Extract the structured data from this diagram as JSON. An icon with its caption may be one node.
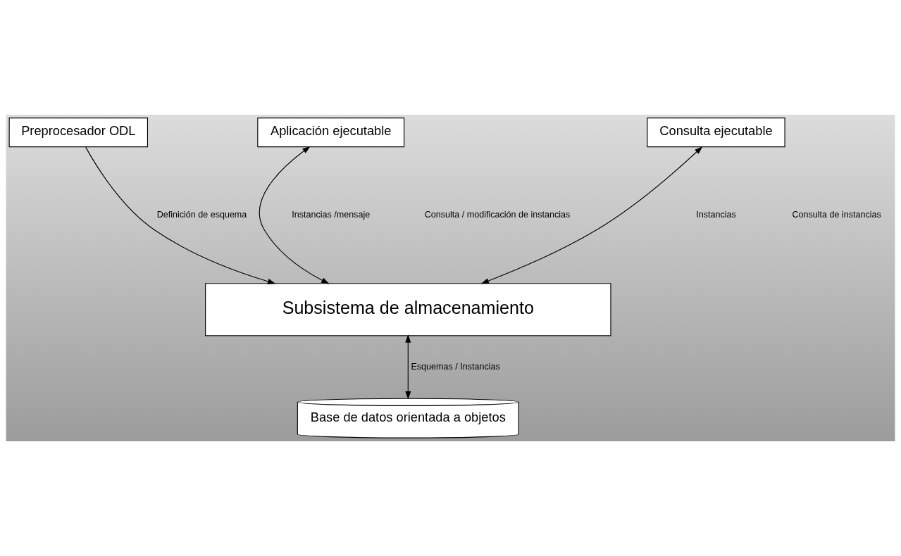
{
  "diagram": {
    "nodes": [
      {
        "text": [
          "Preprocesador ODL"
        ]
      },
      {
        "text": [
          "Aplicación ejecutable"
        ]
      },
      {
        "text": [
          "Consulta ejecutable"
        ]
      },
      {
        "text": [
          "Subsistema de almacenamiento"
        ]
      },
      {
        "text": [
          "Base de datos orientada a objetos"
        ]
      }
    ],
    "edges": [
      {
        "from": 0,
        "to": 3,
        "arrow": "to",
        "label": "Definición de esquema"
      },
      {
        "from": 1,
        "to": 3,
        "arrow": "both"
      },
      {
        "from": 2,
        "to": 3,
        "arrow": "both"
      },
      {
        "from": 3,
        "to": 4,
        "arrow": "both",
        "label": "Esquemas / Instancias"
      }
    ],
    "labels": [
      "Instancias /mensaje",
      "Consulta / modificación de instancias",
      "Instancias",
      "Consulta de instancias"
    ]
  }
}
